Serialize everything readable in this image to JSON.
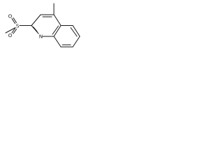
{
  "molecule": {
    "atoms": {
      "sulfur": "S",
      "oxygen_top": "O",
      "oxygen_bottom": "O",
      "nitrogen": "N"
    },
    "colors": {
      "ink": "#1a1a1a",
      "background": "#ffffff"
    }
  }
}
